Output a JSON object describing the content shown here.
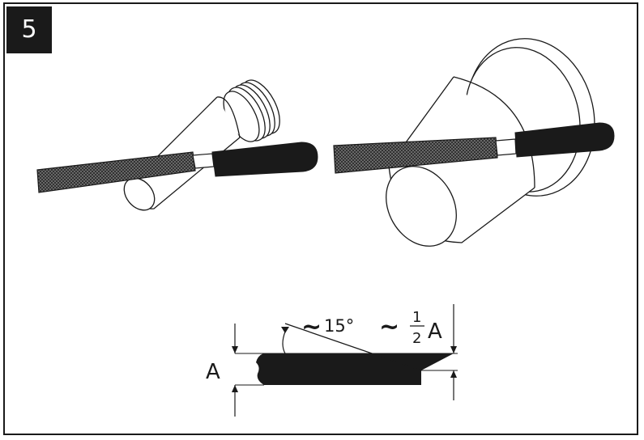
{
  "step_number": "5",
  "dimension": {
    "thickness_label": "A",
    "angle_prefix": "~",
    "angle_value": "15°",
    "fraction_prefix": "~",
    "fraction_numerator": "1",
    "fraction_denominator": "2",
    "fraction_suffix": "A"
  },
  "colors": {
    "ink": "#1a1a1a",
    "paper": "#ffffff"
  }
}
